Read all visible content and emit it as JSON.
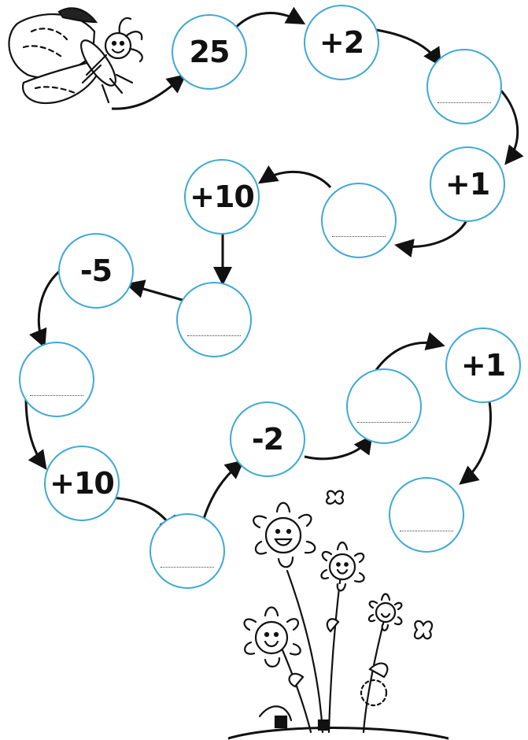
{
  "path": [
    {
      "id": "c1",
      "label": "25"
    },
    {
      "id": "c2",
      "label": "+2"
    },
    {
      "id": "c3",
      "label": ""
    },
    {
      "id": "c4",
      "label": "+1"
    },
    {
      "id": "c5",
      "label": ""
    },
    {
      "id": "c6",
      "label": "+10"
    },
    {
      "id": "c7",
      "label": ""
    },
    {
      "id": "c8",
      "label": "-5"
    },
    {
      "id": "c9",
      "label": ""
    },
    {
      "id": "c10",
      "label": "+10"
    },
    {
      "id": "c11",
      "label": ""
    },
    {
      "id": "c12",
      "label": "-2"
    },
    {
      "id": "c13",
      "label": ""
    },
    {
      "id": "c14",
      "label": "+1"
    },
    {
      "id": "c15",
      "label": ""
    }
  ],
  "colors": {
    "circle_border": "#3fa9d6",
    "ink": "#111111"
  },
  "icons": [
    "butterfly-illustration",
    "flower-bouquet-illustration",
    "small-butterfly-illustration"
  ]
}
